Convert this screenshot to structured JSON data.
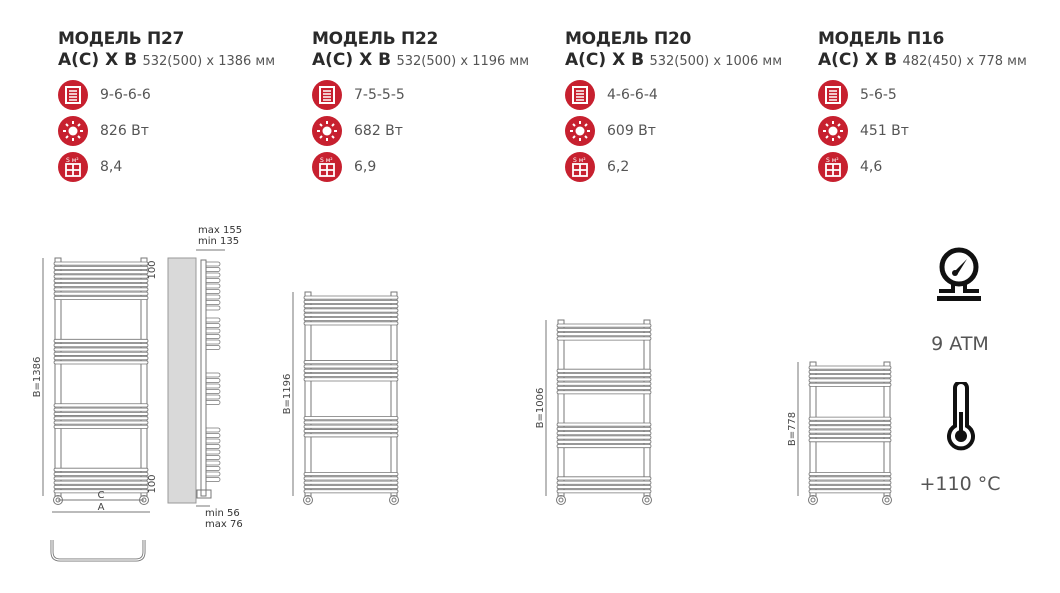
{
  "models": [
    {
      "title": "МОДЕЛЬ П27",
      "dims_label": "A(C) X B",
      "dims_value": "532(500) x 1386 мм",
      "sections": "9-6-6-6",
      "groups": [
        9,
        6,
        6,
        6
      ],
      "power": "826 Вт",
      "area": "8,4",
      "height_label": "B=1386"
    },
    {
      "title": "МОДЕЛЬ П22",
      "dims_label": "A(C) X B",
      "dims_value": "532(500) x 1196 мм",
      "sections": "7-5-5-5",
      "groups": [
        7,
        5,
        5,
        5
      ],
      "power": "682 Вт",
      "area": "6,9",
      "height_label": "B=1196"
    },
    {
      "title": "МОДЕЛЬ П20",
      "dims_label": "A(C) X B",
      "dims_value": "532(500) x 1006 мм",
      "sections": "4-6-6-4",
      "groups": [
        4,
        6,
        6,
        4
      ],
      "power": "609 Вт",
      "area": "6,2",
      "height_label": "B=1006"
    },
    {
      "title": "МОДЕЛЬ П16",
      "dims_label": "A(C) X B",
      "dims_value": "482(450) x 778 мм",
      "sections": "5-6-5",
      "groups": [
        5,
        6,
        5
      ],
      "power": "451 Вт",
      "area": "4,6",
      "height_label": "B=778"
    }
  ],
  "area_icon_label": "S м²",
  "drawing": {
    "dim_top": "100",
    "dim_bottom": "100",
    "dim_c": "C",
    "dim_a": "A",
    "side_top_max": "max 155",
    "side_top_min": "min 135",
    "side_bottom_min": "min 56",
    "side_bottom_max": "max 76"
  },
  "pressure": "9 ATM",
  "temperature": "+110 °C",
  "colors": {
    "accent": "#c7202f",
    "line": "#777777"
  }
}
